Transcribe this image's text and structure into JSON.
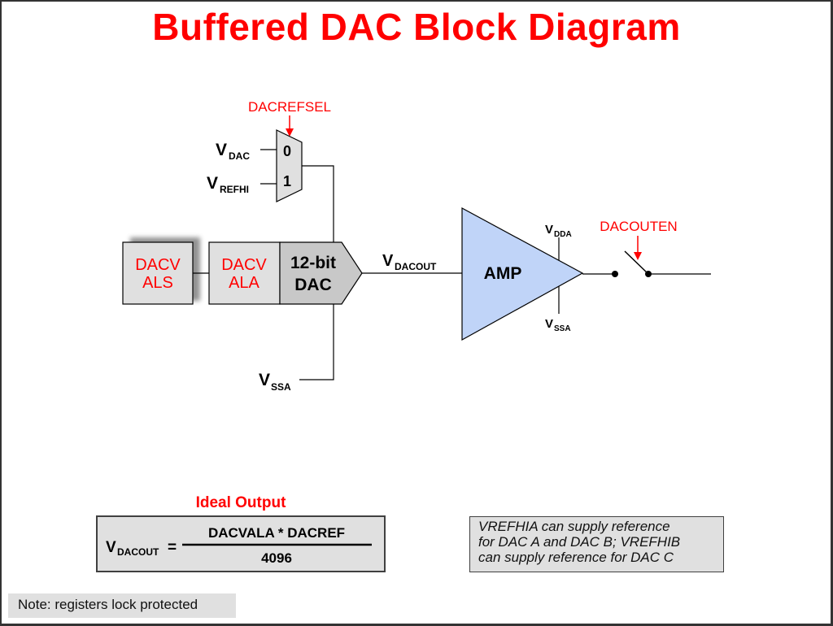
{
  "title": "Buffered DAC Block Diagram",
  "colors": {
    "title": "#ff0000",
    "register_text": "#ff0000",
    "block_fill": "#e0e0e0",
    "dac_fill": "#c8c8c8",
    "amp_fill": "#c0d4f8",
    "line": "#000000"
  },
  "mux": {
    "control_label": "DACREFSEL",
    "inputs": [
      {
        "label_main": "V",
        "label_sub": "DAC",
        "index": "0"
      },
      {
        "label_main": "V",
        "label_sub": "REFHI",
        "index": "1"
      }
    ]
  },
  "registers": {
    "shadow": {
      "line1": "DACV",
      "line2": "ALS"
    },
    "active": {
      "line1": "DACV",
      "line2": "ALA"
    }
  },
  "dac": {
    "line1": "12-bit",
    "line2": "DAC"
  },
  "vssa_dac": {
    "label_main": "V",
    "label_sub": "SSA"
  },
  "dac_output": {
    "label_main": "V",
    "label_sub": "DACOUT"
  },
  "amp": {
    "label": "AMP",
    "supply_top": {
      "label_main": "V",
      "label_sub": "DDA"
    },
    "supply_bottom": {
      "label_main": "V",
      "label_sub": "SSA"
    }
  },
  "switch": {
    "control_label": "DACOUTEN"
  },
  "ideal_output": {
    "title": "Ideal Output",
    "lhs_main": "V",
    "lhs_sub": "DACOUT",
    "equals": "=",
    "numerator": "DACVALA * DACREF",
    "denominator": "4096"
  },
  "reference_note": {
    "lines": [
      "VREFHIA can supply reference",
      "for DAC A and DAC B; VREFHIB",
      "can supply reference for DAC C"
    ]
  },
  "lock_note": "Note: registers lock protected"
}
